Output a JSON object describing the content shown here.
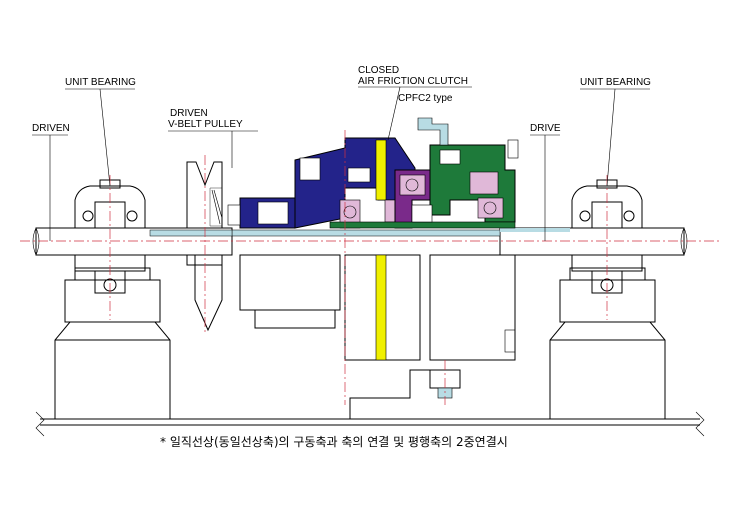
{
  "labels": {
    "unit_bearing_left": "UNIT BEARING",
    "unit_bearing_right": "UNIT BEARING",
    "driven_left": "DRIVEN",
    "driven_pulley_1": "DRIVEN",
    "driven_pulley_2": "V-BELT PULLEY",
    "clutch_1": "CLOSED",
    "clutch_2": "AIR FRICTION CLUTCH",
    "clutch_3": "CPFC2  type",
    "drive_right": "DRIVE"
  },
  "caption": "* 일직선상(동일선상축)의 구동축과 축의 연결 및 평행축의 2중연결시",
  "colors": {
    "shaft": "#b8dce4",
    "housing_blue": "#23238a",
    "purple": "#7a2a8a",
    "green": "#1e7a3a",
    "yellow": "#f0f000",
    "pink": "#e0b8d8",
    "centerline": "#d03040"
  }
}
